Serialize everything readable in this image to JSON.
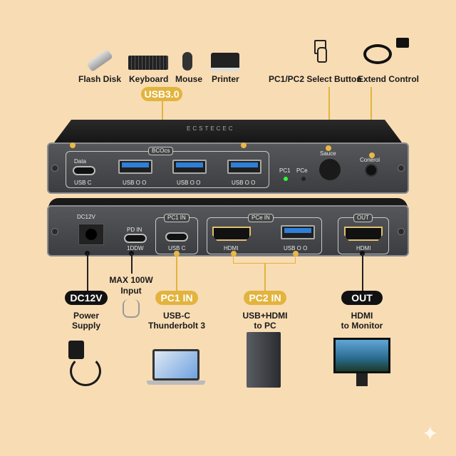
{
  "peripherals": [
    {
      "label": "Flash Disk"
    },
    {
      "label": "Keyboard"
    },
    {
      "label": "Mouse"
    },
    {
      "label": "Printer"
    }
  ],
  "usb_badge": "USB3.0",
  "select_button_label": "PC1/PC2 Select Button",
  "extend_control_label": "Extend Control",
  "top_panel": {
    "brand": "ECSTECEC",
    "group_label": "BCOcs",
    "data_label": "Data",
    "ports": [
      "USB C",
      "USB O O",
      "USB O O",
      "USB O O"
    ],
    "led_pc1": "PC1",
    "led_pc2": "PCe",
    "source_label": "Sauce",
    "control_label": "Conerol"
  },
  "bottom_panel": {
    "dc_label": "DC12V",
    "pd_in": "PD IN",
    "pd_watt": "1DDW",
    "pc1_group": "PC1 IN",
    "pc1_port": "USB C",
    "pc2_group": "PCe IN",
    "pc2_hdmi": "HDMI",
    "pc2_usb": "USB O O",
    "out_group": "OUT",
    "out_port": "HDMI"
  },
  "callouts": {
    "max_power": "MAX 100W Input",
    "dc": {
      "badge": "DC12V",
      "desc1": "Power",
      "desc2": "Supply"
    },
    "pc1": {
      "badge": "PC1 IN",
      "desc1": "USB-C",
      "desc2": "Thunderbolt 3"
    },
    "pc2": {
      "badge": "PC2 IN",
      "desc1": "USB+HDMI",
      "desc2": "to PC"
    },
    "out": {
      "badge": "OUT",
      "desc1": "HDMI",
      "desc2": "to Monitor"
    }
  },
  "colors": {
    "background": "#f8dcb4",
    "accent": "#e2b43e",
    "device": "#3b3d40"
  }
}
